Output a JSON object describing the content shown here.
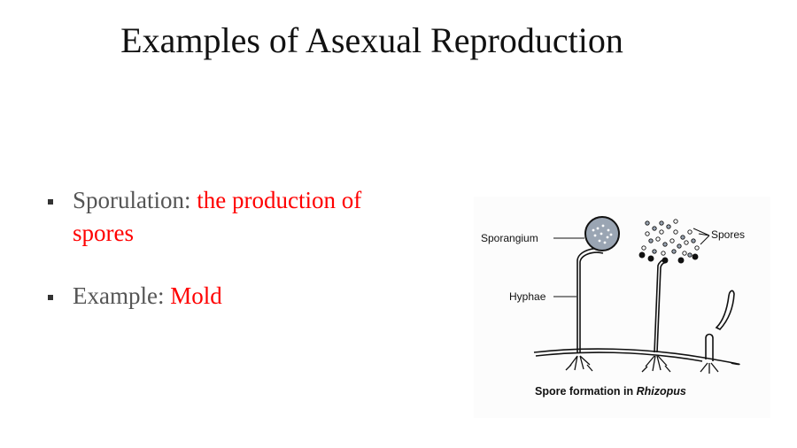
{
  "slide": {
    "title": "Examples of Asexual Reproduction",
    "bullets": [
      {
        "term": "Sporulation:",
        "detail": "the production of spores"
      },
      {
        "term": "Example:",
        "detail": "Mold"
      }
    ],
    "figure": {
      "labels": {
        "sporangium": "Sporangium",
        "spores": "Spores",
        "hyphae": "Hyphae"
      },
      "caption": {
        "prefix": "Spore formation in ",
        "organism": "Rhizopus"
      }
    },
    "colors": {
      "title": "#111111",
      "body_text": "#555555",
      "highlight": "#ff0000"
    }
  }
}
